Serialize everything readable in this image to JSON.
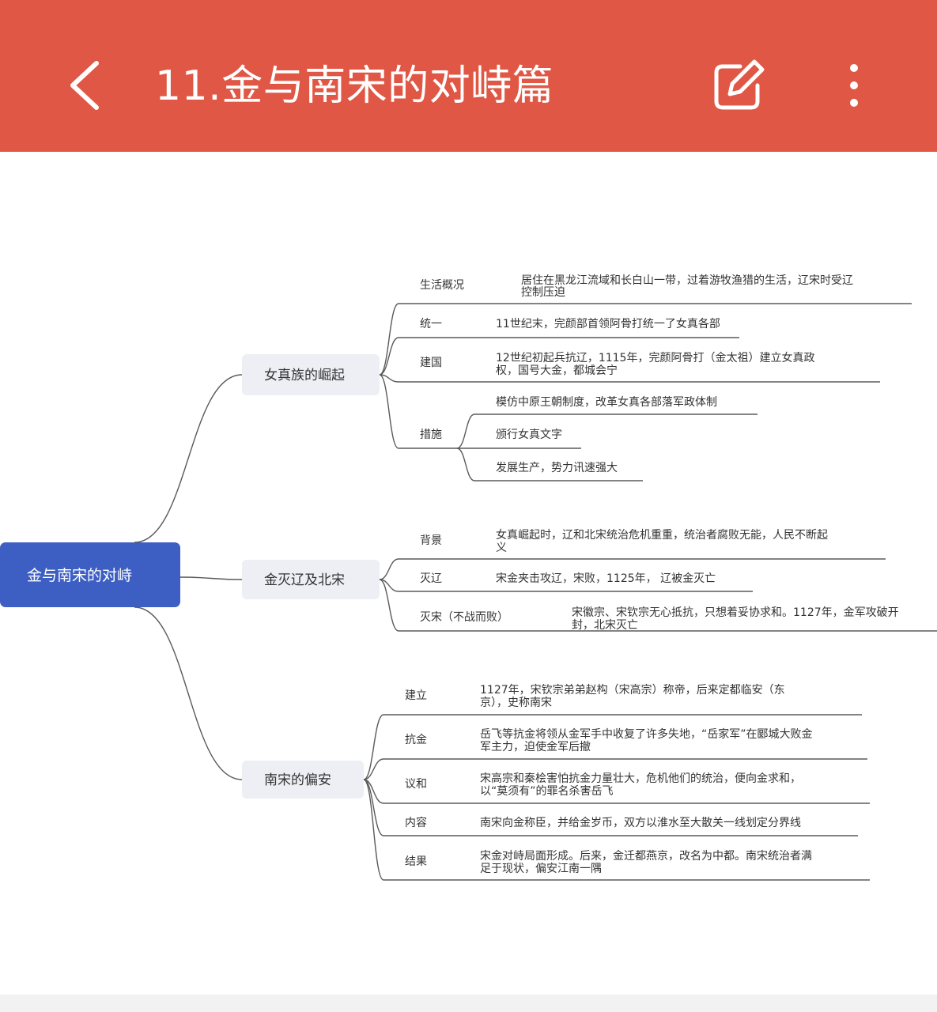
{
  "header": {
    "title": "11.金与南宋的对峙篇",
    "back_icon": "chevron-left-icon",
    "edit_icon": "edit-icon",
    "more_icon": "more-vertical-icon",
    "bar_color": "#e05745"
  },
  "mindmap": {
    "root": "金与南宋的对峙",
    "root_color": "#3d5fc4",
    "branches": [
      {
        "label": "女真族的崛起",
        "children": [
          {
            "label": "生活概况",
            "details": [
              "居住在黑龙江流域和长白山一带，过着游牧渔猎的生活，辽宋时受辽",
              "控制压迫"
            ]
          },
          {
            "label": "统一",
            "details": [
              "11世纪末，完颜部首领阿骨打统一了女真各部"
            ]
          },
          {
            "label": "建国",
            "details": [
              "12世纪初起兵抗辽，1115年，完颜阿骨打（金太祖）建立女真政",
              "权，国号大金，都城会宁"
            ]
          },
          {
            "label": "措施",
            "items": [
              "模仿中原王朝制度，改革女真各部落军政体制",
              "颁行女真文字",
              "发展生产，势力讯速强大"
            ]
          }
        ]
      },
      {
        "label": "金灭辽及北宋",
        "children": [
          {
            "label": "背景",
            "details": [
              "女真崛起时，辽和北宋统治危机重重，统治者腐败无能，人民不断起",
              "义"
            ]
          },
          {
            "label": "灭辽",
            "details": [
              "宋金夹击攻辽，宋败，1125年， 辽被金灭亡"
            ]
          },
          {
            "label": "灭宋（不战而败）",
            "details": [
              "宋徽宗、宋钦宗无心抵抗，只想着妥协求和。1127年，金军攻破开",
              "封，北宋灭亡"
            ]
          }
        ]
      },
      {
        "label": "南宋的偏安",
        "children": [
          {
            "label": "建立",
            "details": [
              "1127年，宋钦宗弟弟赵构（宋高宗）称帝，后来定都临安（东",
              "京），史称南宋"
            ]
          },
          {
            "label": "抗金",
            "details": [
              "岳飞等抗金将领从金军手中收复了许多失地，“岳家军”在郾城大败金",
              "军主力，迫使金军后撤"
            ]
          },
          {
            "label": "议和",
            "details": [
              "宋高宗和秦桧害怕抗金力量壮大，危机他们的统治，便向金求和，",
              "以“莫须有”的罪名杀害岳飞"
            ]
          },
          {
            "label": "内容",
            "details": [
              "南宋向金称臣，并给金岁币，双方以淮水至大散关一线划定分界线"
            ]
          },
          {
            "label": "结果",
            "details": [
              "宋金对峙局面形成。后来，金迁都燕京，改名为中都。南宋统治者满",
              "足于现状，偏安江南一隅"
            ]
          }
        ]
      }
    ]
  }
}
